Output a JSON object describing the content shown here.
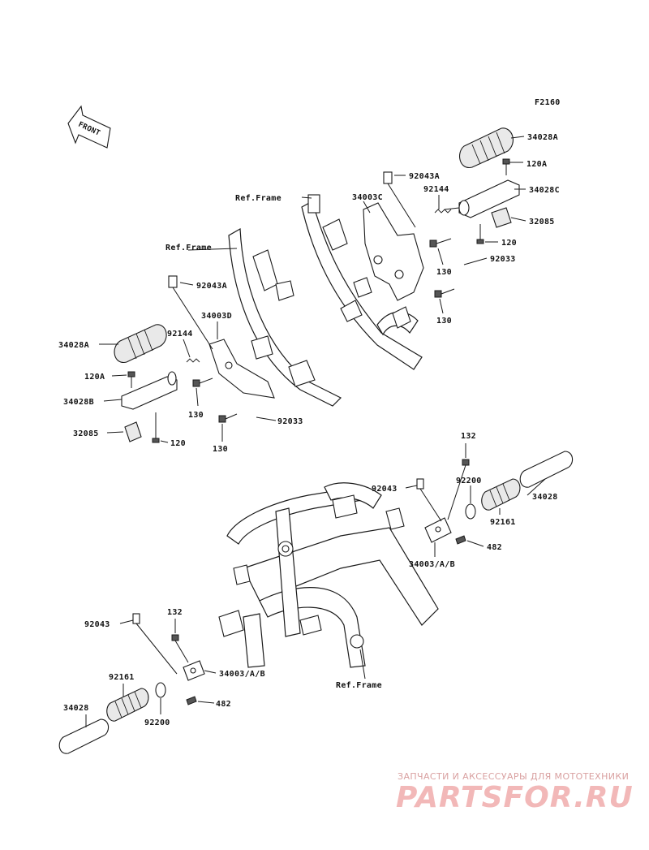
{
  "diagram_code": "F2160",
  "front_arrow_label": "FRONT",
  "labels": {
    "top_right": {
      "p34028A": "34028A",
      "p120A": "120A",
      "p92043A": "92043A",
      "p92144": "92144",
      "p34028C": "34028C",
      "p32085": "32085",
      "p120": "120",
      "p34003C": "34003C",
      "p130a": "130",
      "p92033": "92033",
      "p130b": "130",
      "ref_frame": "Ref.Frame"
    },
    "top_left": {
      "ref_frame": "Ref.Frame",
      "p92043A": "92043A",
      "p34003D": "34003D",
      "p34028A": "34028A",
      "p92144": "92144",
      "p120A": "120A",
      "p34028B": "34028B",
      "p130a": "130",
      "p32085": "32085",
      "p120": "120",
      "p92033": "92033",
      "p130b": "130"
    },
    "lower_right": {
      "p132": "132",
      "p92043": "92043",
      "p92200": "92200",
      "p34028": "34028",
      "p92161": "92161",
      "p482": "482",
      "p34003AB": "34003/A/B"
    },
    "lower_left": {
      "p92043": "92043",
      "p132": "132",
      "p34003AB": "34003/A/B",
      "p92161": "92161",
      "p34028": "34028",
      "p92200": "92200",
      "p482": "482",
      "ref_frame": "Ref.Frame"
    }
  },
  "watermark": {
    "tagline": "ЗАПЧАСТИ И АКСЕССУАРЫ ДЛЯ МОТОТЕХНИКИ",
    "logo": "PARTSFOR.RU"
  }
}
